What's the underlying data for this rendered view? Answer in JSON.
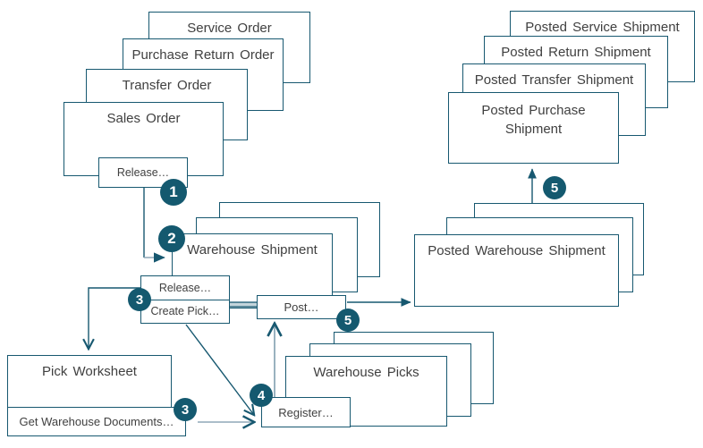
{
  "colors": {
    "box_border": "#175870",
    "box_fill": "#FFFFFF",
    "text": "#404040",
    "step_circle_fill": "#14596F",
    "step_circle_text": "#FFFFFF",
    "connector_dark": "#175870",
    "connector_light": "#8FA9B8"
  },
  "nodes": {
    "service_order": "Service Order",
    "purchase_return_order": "Purchase Return Order",
    "transfer_order": "Transfer Order",
    "sales_order": "Sales Order",
    "sales_release": "Release…",
    "warehouse_shipment": "Warehouse Shipment",
    "ws_release": "Release…",
    "ws_create_pick": "Create Pick…",
    "ws_post": "Post…",
    "pick_worksheet": "Pick Worksheet",
    "get_warehouse_documents": "Get Warehouse Documents…",
    "warehouse_picks": "Warehouse Picks",
    "wp_register": "Register…",
    "posted_warehouse_shipment": "Posted Warehouse Shipment",
    "posted_purchase_shipment": "Posted Purchase Shipment",
    "posted_transfer_shipment": "Posted Transfer Shipment",
    "posted_return_shipment": "Posted Return Shipment",
    "posted_service_shipment": "Posted Service Shipment"
  },
  "steps": {
    "step1": "1",
    "step2": "2",
    "step3_ws": "3",
    "step3_pw": "3",
    "step4": "4",
    "step5_post": "5",
    "step5_posted": "5"
  }
}
